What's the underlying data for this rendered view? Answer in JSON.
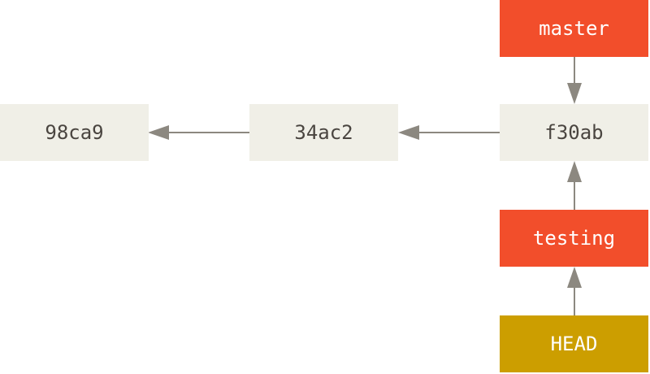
{
  "nodes": {
    "commit_98ca9": "98ca9",
    "commit_34ac2": "34ac2",
    "commit_f30ab": "f30ab",
    "branch_master": "master",
    "branch_testing": "testing",
    "head": "HEAD"
  },
  "colors": {
    "commit_bg": "#f0efe7",
    "commit_text": "#4a4540",
    "branch_bg": "#f24e2b",
    "head_bg": "#cc9e00",
    "arrow": "#8c8880"
  },
  "edges": [
    {
      "from": "34ac2",
      "to": "98ca9"
    },
    {
      "from": "f30ab",
      "to": "34ac2"
    },
    {
      "from": "master",
      "to": "f30ab"
    },
    {
      "from": "testing",
      "to": "f30ab"
    },
    {
      "from": "HEAD",
      "to": "testing"
    }
  ]
}
